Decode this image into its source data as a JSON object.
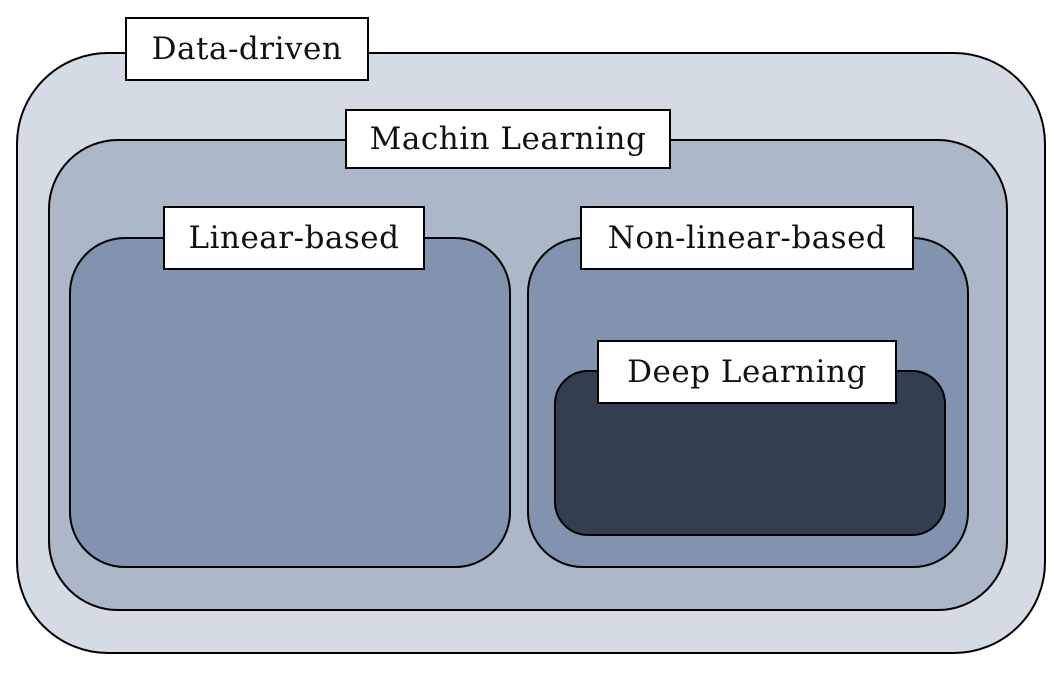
{
  "diagram": {
    "regions": {
      "data_driven": {
        "label": "Data-driven",
        "fill": "#d5dbe5"
      },
      "machine_learning": {
        "label": "Machin Learning",
        "fill": "#acb8c8"
      },
      "linear_based": {
        "label": "Linear-based",
        "fill": "#8193ae"
      },
      "non_linear_based": {
        "label": "Non-linear-based",
        "fill": "#8193ae"
      },
      "deep_learning": {
        "label": "Deep Learning",
        "fill": "#333e50"
      }
    }
  }
}
